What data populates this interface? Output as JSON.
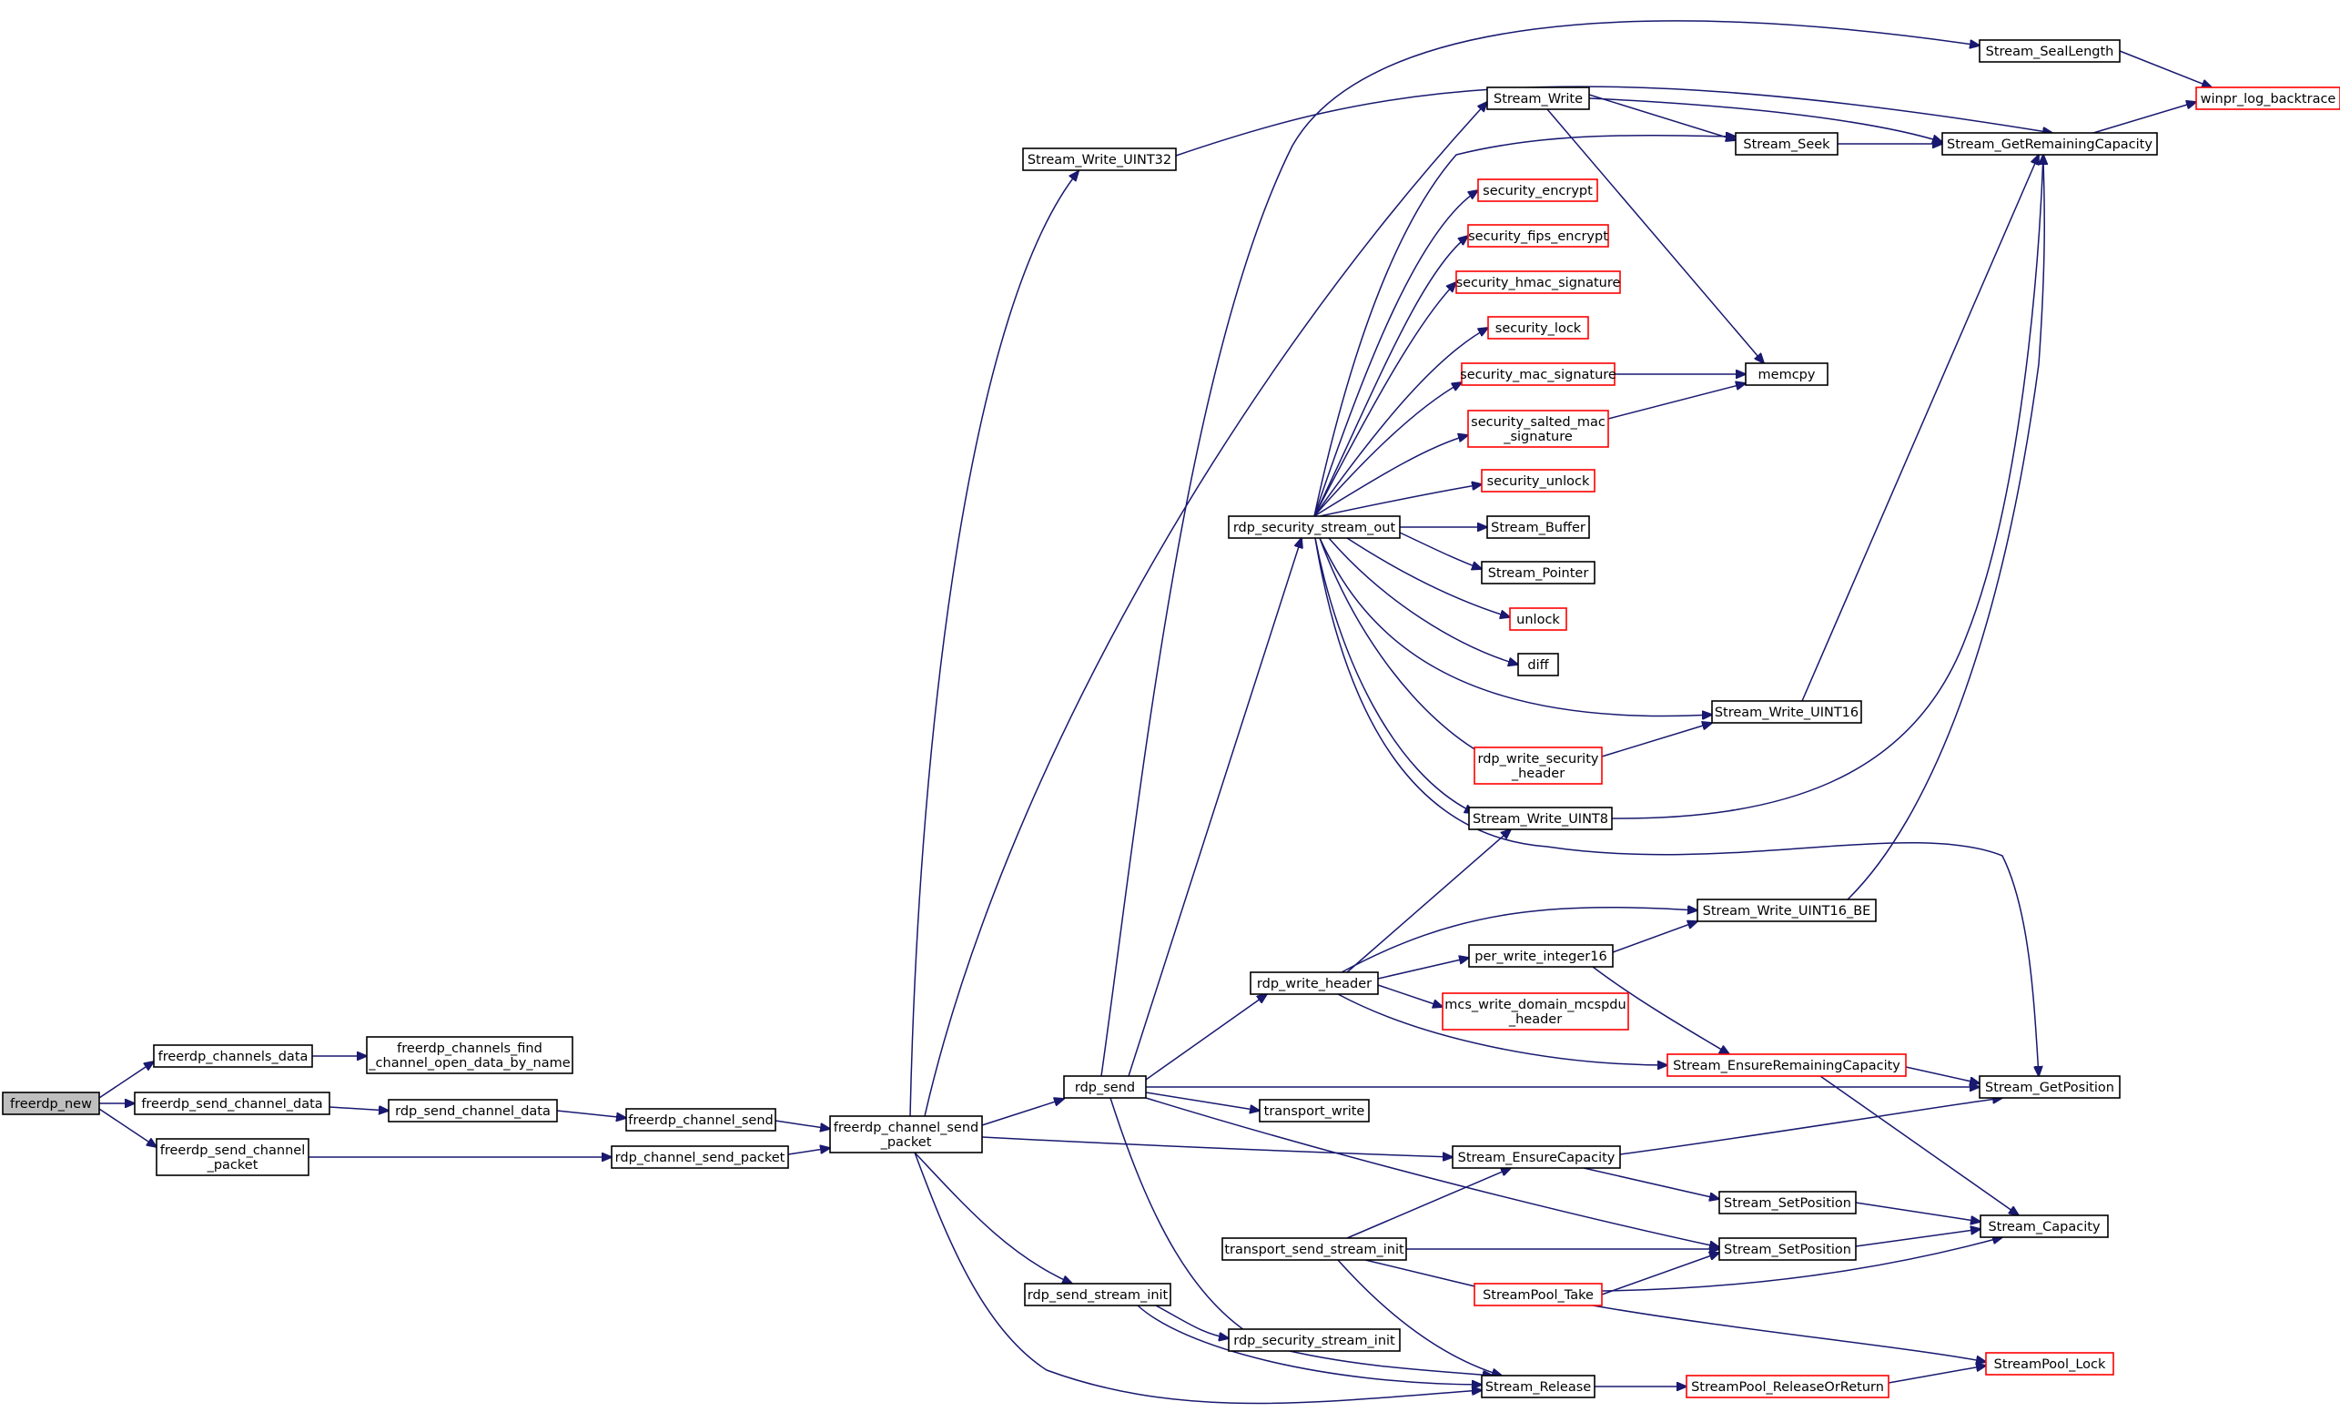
{
  "graph": {
    "nodes": {
      "freerdp_new": [
        "freerdp_new"
      ],
      "freerdp_channels_data": [
        "freerdp_channels_data"
      ],
      "freerdp_channels_find": [
        "freerdp_channels_find",
        "_channel_open_data_by_name"
      ],
      "freerdp_send_channel_data": [
        "freerdp_send_channel_data"
      ],
      "freerdp_send_channel_packet": [
        "freerdp_send_channel",
        "_packet"
      ],
      "rdp_send_channel_data": [
        "rdp_send_channel_data"
      ],
      "rdp_channel_send_packet": [
        "rdp_channel_send_packet"
      ],
      "freerdp_channel_send": [
        "freerdp_channel_send"
      ],
      "freerdp_channel_send_packet": [
        "freerdp_channel_send",
        "_packet"
      ],
      "Stream_Write_UINT32": [
        "Stream_Write_UINT32"
      ],
      "rdp_send": [
        "rdp_send"
      ],
      "rdp_send_stream_init": [
        "rdp_send_stream_init"
      ],
      "rdp_security_stream_out": [
        "rdp_security_stream_out"
      ],
      "rdp_write_header": [
        "rdp_write_header"
      ],
      "transport_write": [
        "transport_write"
      ],
      "transport_send_stream_init": [
        "transport_send_stream_init"
      ],
      "rdp_security_stream_init": [
        "rdp_security_stream_init"
      ],
      "Stream_Write": [
        "Stream_Write"
      ],
      "security_encrypt": [
        "security_encrypt"
      ],
      "security_fips_encrypt": [
        "security_fips_encrypt"
      ],
      "security_hmac_signature": [
        "security_hmac_signature"
      ],
      "security_lock": [
        "security_lock"
      ],
      "security_mac_signature": [
        "security_mac_signature"
      ],
      "security_salted_mac_signature": [
        "security_salted_mac",
        "_signature"
      ],
      "security_unlock": [
        "security_unlock"
      ],
      "Stream_Buffer": [
        "Stream_Buffer"
      ],
      "Stream_Pointer": [
        "Stream_Pointer"
      ],
      "unlock": [
        "unlock"
      ],
      "diff": [
        "diff"
      ],
      "rdp_write_security_header": [
        "rdp_write_security",
        "_header"
      ],
      "Stream_Write_UINT8": [
        "Stream_Write_UINT8"
      ],
      "per_write_integer16": [
        "per_write_integer16"
      ],
      "mcs_write_domain_mcspdu_header": [
        "mcs_write_domain_mcspdu",
        "_header"
      ],
      "Stream_EnsureCapacity": [
        "Stream_EnsureCapacity"
      ],
      "StreamPool_Take": [
        "StreamPool_Take"
      ],
      "Stream_Release": [
        "Stream_Release"
      ],
      "Stream_Seek": [
        "Stream_Seek"
      ],
      "memcpy": [
        "memcpy"
      ],
      "Stream_Write_UINT16": [
        "Stream_Write_UINT16"
      ],
      "Stream_Write_UINT16_BE": [
        "Stream_Write_UINT16_BE"
      ],
      "Stream_EnsureRemainingCapacity": [
        "Stream_EnsureRemainingCapacity"
      ],
      "Stream_SetPosition_a": [
        "Stream_SetPosition"
      ],
      "Stream_SetPosition_b": [
        "Stream_SetPosition"
      ],
      "StreamPool_ReleaseOrReturn": [
        "StreamPool_ReleaseOrReturn"
      ],
      "Stream_SealLength": [
        "Stream_SealLength"
      ],
      "Stream_GetRemainingCapacity": [
        "Stream_GetRemainingCapacity"
      ],
      "Stream_GetPosition": [
        "Stream_GetPosition"
      ],
      "Stream_Capacity": [
        "Stream_Capacity"
      ],
      "StreamPool_Lock": [
        "StreamPool_Lock"
      ],
      "winpr_log_backtrace": [
        "winpr_log_backtrace"
      ]
    },
    "colors": {
      "edge": "#191970",
      "root_fill": "#bfbfbf",
      "black_border": "#000000",
      "red_border": "#ff0000"
    }
  }
}
